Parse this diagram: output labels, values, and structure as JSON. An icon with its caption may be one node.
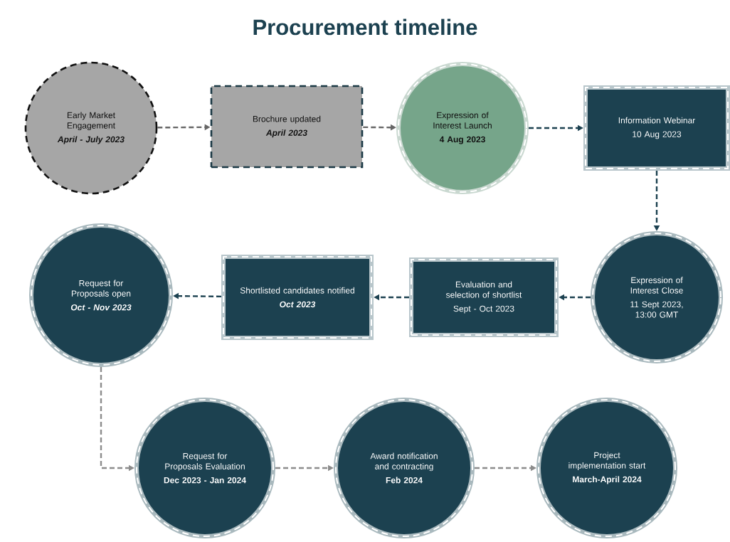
{
  "diagram": {
    "title": "Procurement timeline",
    "nodes": [
      {
        "text": [
          "Early Market Engagement",
          "April - July 2023"
        ]
      },
      {
        "text": [
          "Brochure updated",
          "April 2023"
        ]
      },
      {
        "text": [
          "Expression of Interest Launch",
          "4 Aug 2023"
        ]
      },
      {
        "text": [
          "Information Webinar",
          "10 Aug 2023"
        ]
      },
      {
        "text": [
          "Expression of Interest Close",
          "11 Sept 2023, 13:00 GMT"
        ]
      },
      {
        "text": [
          "Evaluation and selection of shortlist",
          "Sept - Oct 2023"
        ]
      },
      {
        "text": [
          "Shortlisted candidates notified",
          "Oct 2023"
        ]
      },
      {
        "text": [
          "Request for Proposals open",
          "Oct - Nov 2023"
        ]
      },
      {
        "text": [
          "Request for Proposals Evaluation",
          "Dec 2023 - Jan 2024"
        ]
      },
      {
        "text": [
          "Award notification and contracting",
          "Feb 2024"
        ]
      },
      {
        "text": [
          "Project implementation start",
          "March-April 2024"
        ]
      }
    ],
    "edges": [
      {
        "from": 0,
        "to": 1,
        "arrow": "to",
        "style": "dashed",
        "color": "#666666"
      },
      {
        "from": 1,
        "to": 2,
        "arrow": "to",
        "style": "dashed",
        "color": "#666666"
      },
      {
        "from": 2,
        "to": 3,
        "arrow": "to",
        "style": "dashed"
      },
      {
        "from": 3,
        "to": 4,
        "arrow": "to",
        "style": "dashed"
      },
      {
        "from": 4,
        "to": 5,
        "arrow": "to",
        "style": "dashed"
      },
      {
        "from": 5,
        "to": 6,
        "arrow": "to",
        "style": "dashed"
      },
      {
        "from": 6,
        "to": 7,
        "arrow": "to",
        "style": "dashed"
      },
      {
        "from": 7,
        "to": 8,
        "arrow": "to",
        "style": "dashed",
        "color": "#8c8c8c"
      },
      {
        "from": 8,
        "to": 9,
        "arrow": "to",
        "style": "dashed",
        "color": "#8c8c8c"
      },
      {
        "from": 9,
        "to": 10,
        "arrow": "to",
        "style": "dashed",
        "color": "#8c8c8c"
      }
    ]
  }
}
